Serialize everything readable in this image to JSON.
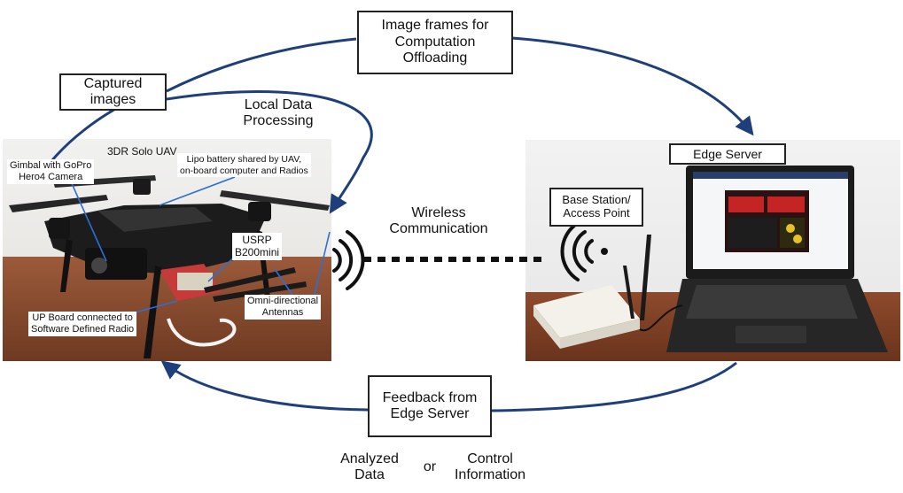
{
  "diagram": {
    "top_box": [
      "Image frames for",
      "Computation",
      "Offloading"
    ],
    "captured_box": [
      "Captured",
      "images"
    ],
    "local_label": [
      "Local Data",
      "Processing"
    ],
    "wireless_label": [
      "Wireless",
      "Communication"
    ],
    "feedback_box": [
      "Feedback from",
      "Edge Server"
    ],
    "edge_box": "Edge Server",
    "base_box": [
      "Base Station/",
      "Access Point"
    ],
    "bottom": {
      "left": [
        "Analyzed",
        "Data"
      ],
      "or": "or",
      "right": [
        "Control",
        "Information"
      ]
    },
    "uav_photo": {
      "title": "3DR Solo UAV",
      "gimbal": [
        "Gimbal with GoPro",
        "Hero4 Camera"
      ],
      "battery": [
        "Lipo battery shared by UAV,",
        "on-board computer and Radios"
      ],
      "usrp": [
        "USRP",
        "B200mini"
      ],
      "upboard": [
        "UP Board connected to",
        "Software Defined Radio"
      ],
      "antennas": [
        "Omni-directional",
        "Antennas"
      ]
    },
    "colors": {
      "arrow": "#1f3f7a",
      "callout_line": "#2b6fd6",
      "box_border": "#222222"
    }
  }
}
